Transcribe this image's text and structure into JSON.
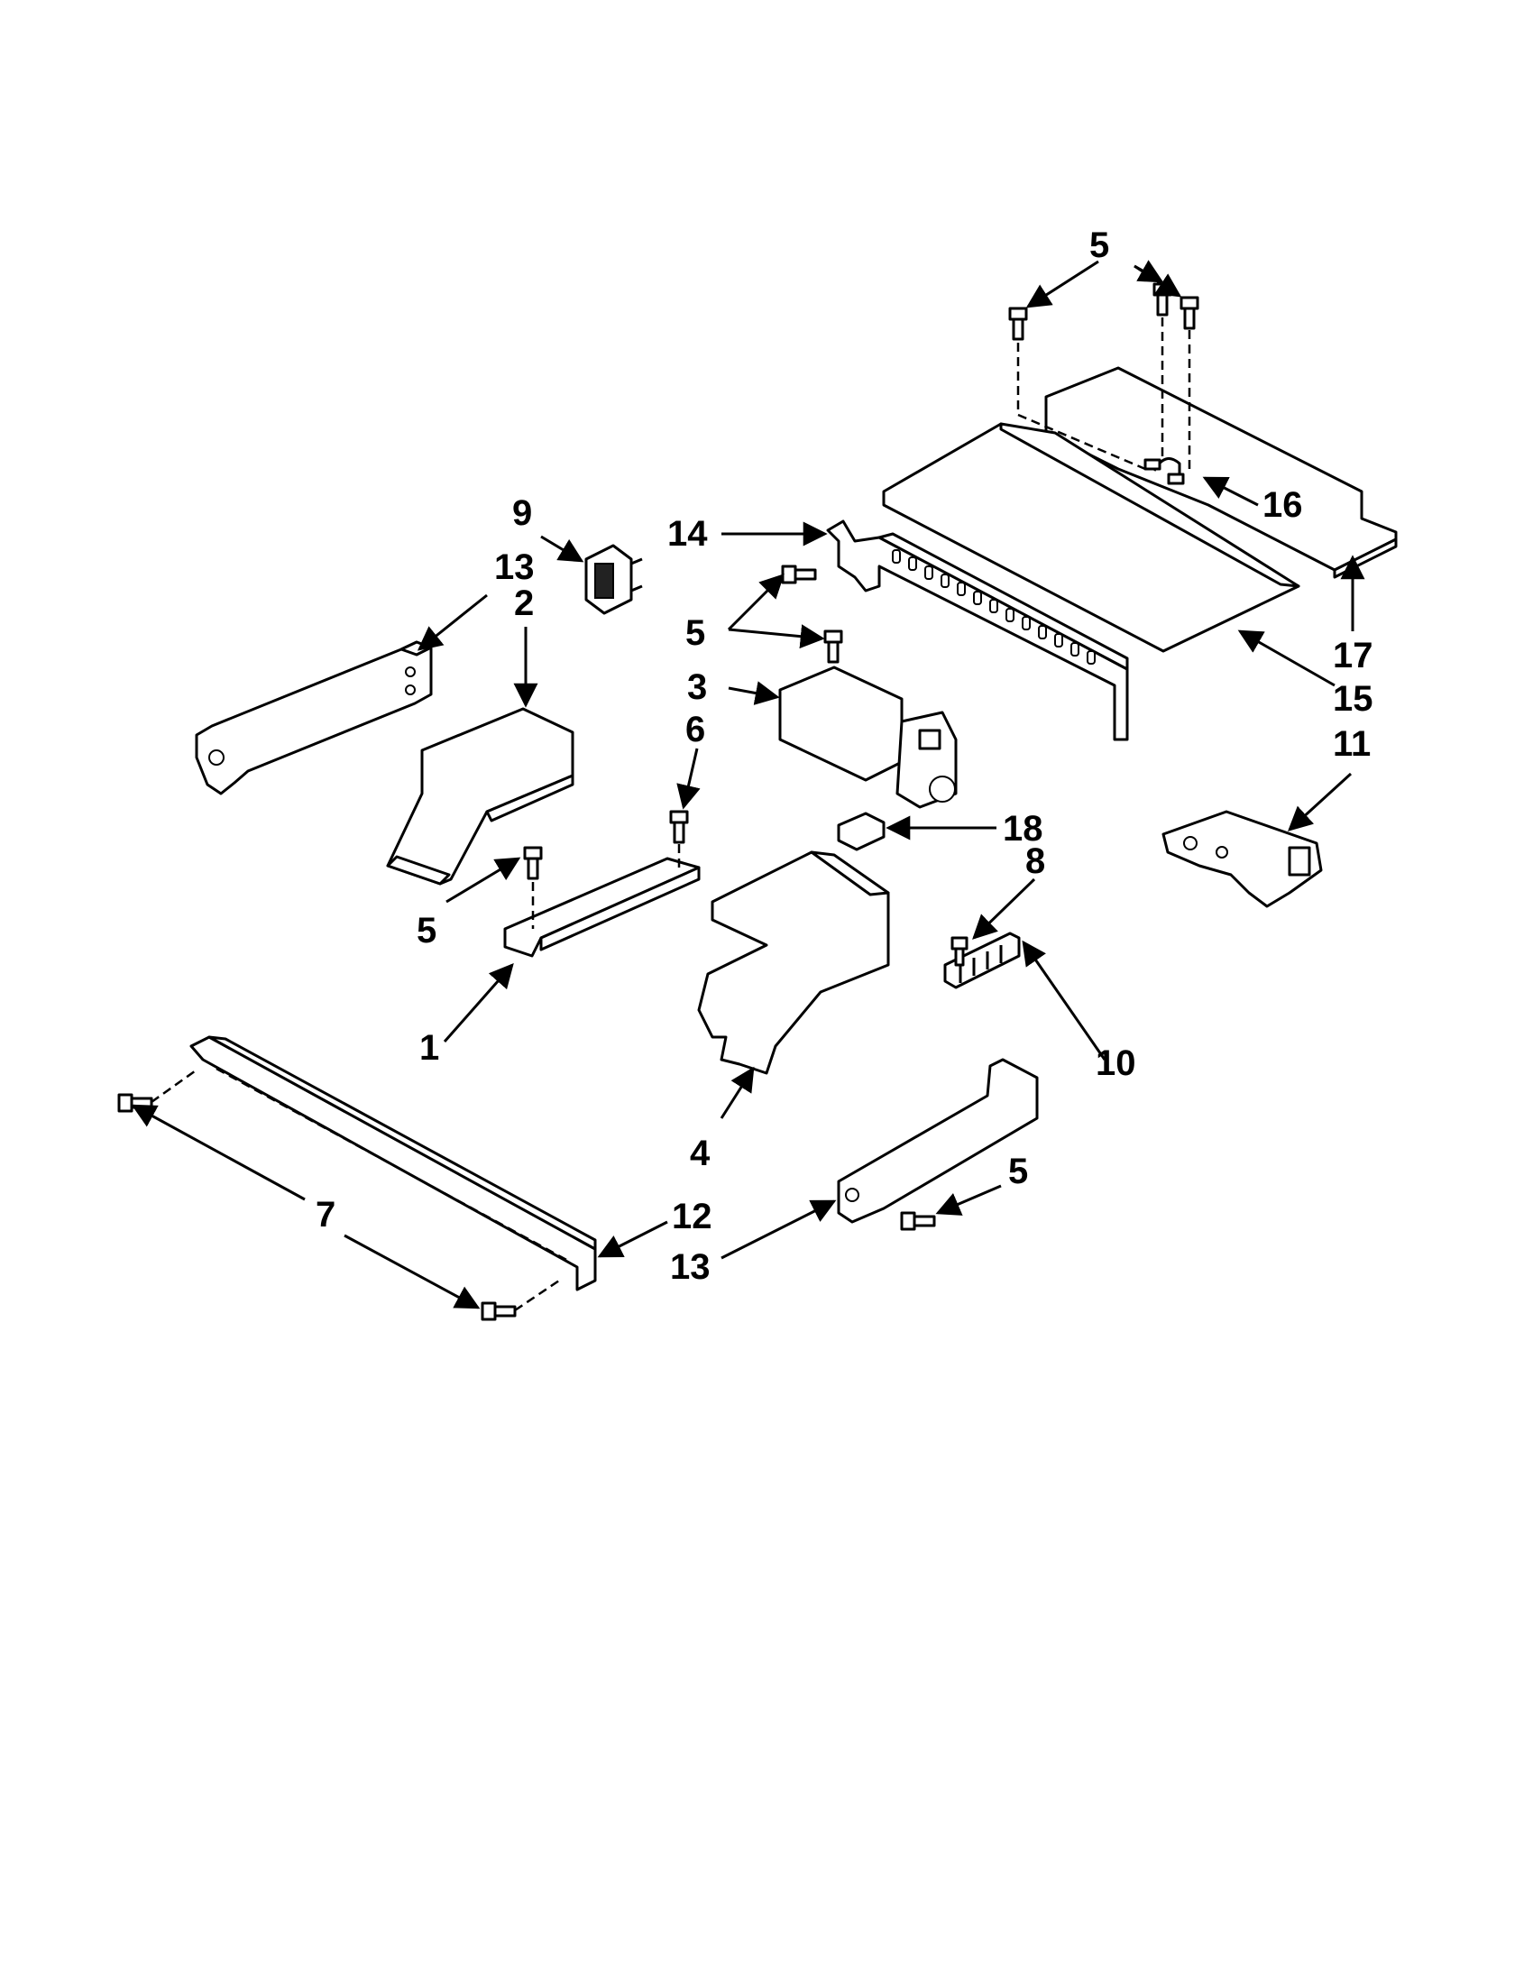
{
  "diagram": {
    "callouts": {
      "c1": "1",
      "c2": "2",
      "c3": "3",
      "c4": "4",
      "c5a": "5",
      "c5b": "5",
      "c5c": "5",
      "c5d": "5",
      "c6": "6",
      "c7": "7",
      "c8": "8",
      "c9": "9",
      "c10": "10",
      "c11": "11",
      "c12": "12",
      "c13a": "13",
      "c13b": "13",
      "c14": "14",
      "c15": "15",
      "c16": "16",
      "c17": "17",
      "c18": "18"
    }
  }
}
